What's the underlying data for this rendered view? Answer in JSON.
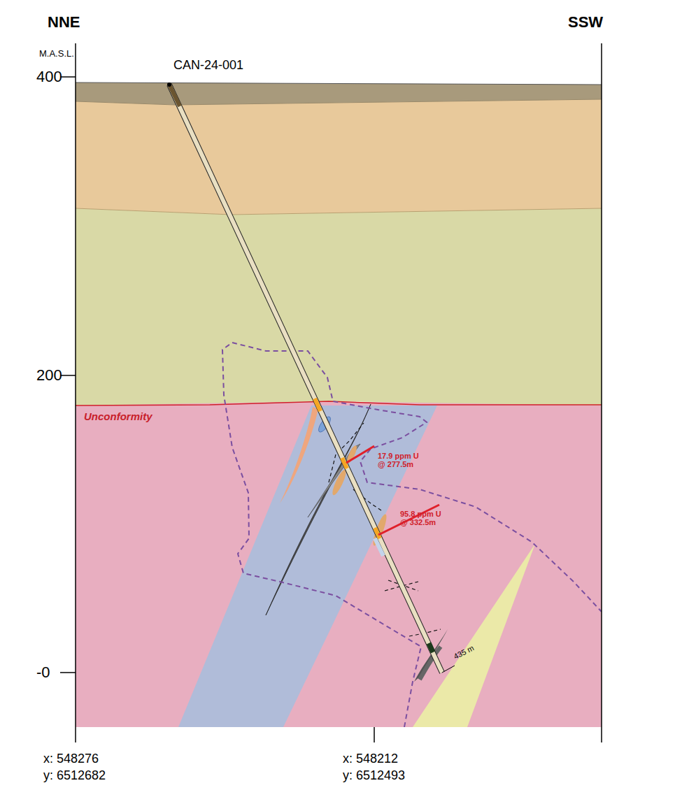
{
  "diagram": {
    "labels": [
      "NNE",
      "SSW",
      "M.A.S.L.",
      "400",
      "200",
      "-0",
      "CAN-24-001",
      "Unconformity",
      "17.9 ppm U @ 277.5m",
      "95.8 ppm U @ 332.5m",
      "435 m",
      "x: 548276",
      "y: 6512682",
      "x: 548212",
      "y: 6512493"
    ]
  }
}
